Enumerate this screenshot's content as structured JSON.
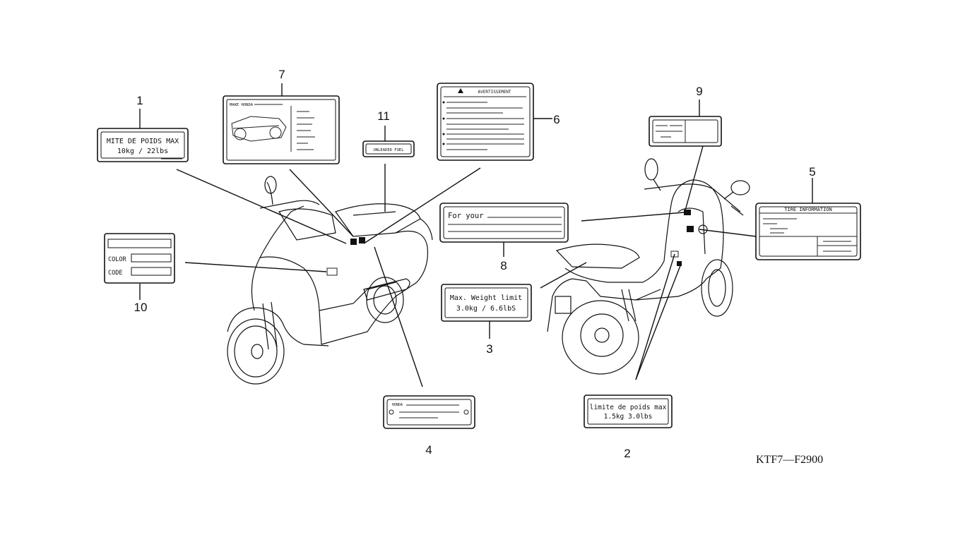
{
  "drawing_code": "KTF7—F2900",
  "callouts": [
    "1",
    "2",
    "3",
    "4",
    "5",
    "6",
    "7",
    "8",
    "9",
    "10",
    "11"
  ],
  "labels": {
    "l1": {
      "line1": "MITE DE POIDS MAX",
      "line2": "10kg  / 22lbs"
    },
    "l2": {
      "line1": "limite de poids max",
      "line2": "1.5kg   3.0lbs"
    },
    "l3": {
      "line1": "Max. Weight limit",
      "line2": "3.0kg  / 6.6lbS"
    },
    "l4": {
      "line1": "HONDA"
    },
    "l5": {
      "line1": "TIRE  INFORMATION"
    },
    "l6": {
      "line1": "AVERTISSEMENT"
    },
    "l7": {
      "line1": "MAKE HONDA"
    },
    "l8": {
      "line1": "For your"
    },
    "l10": {
      "line1": "COLOR",
      "line2": "CODE"
    },
    "l11": {
      "line1": "UNLEADED FUEL"
    }
  }
}
